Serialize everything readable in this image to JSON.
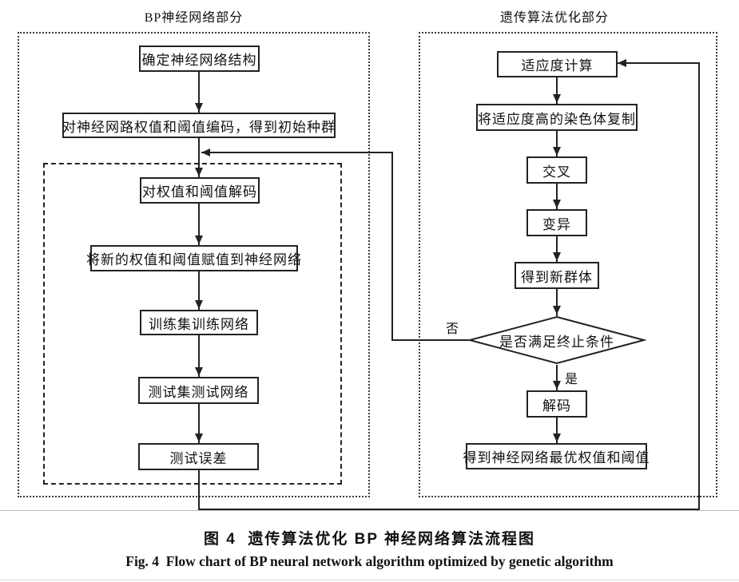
{
  "figure": {
    "left_section": {
      "title": "BP神经网络部分",
      "steps": [
        "确定神经网络结构",
        "对神经网路权值和阈值编码，得到初始种群",
        "对权值和阈值解码",
        "将新的权值和阈值赋值到神经网络",
        "训练集训练网络",
        "测试集测试网络",
        "测试误差"
      ]
    },
    "right_section": {
      "title": "遗传算法优化部分",
      "steps": [
        "适应度计算",
        "将适应度高的染色体复制",
        "交叉",
        "变异",
        "得到新群体"
      ],
      "decision": "是否满足终止条件",
      "no_label": "否",
      "yes_label": "是",
      "final_steps": [
        "解码",
        "得到神经网络最优权值和阈值"
      ]
    },
    "caption_zh": "图 4  遗传算法优化 BP 神经网络算法流程图",
    "caption_en": "Fig. 4  Flow chart of BP neural network algorithm optimized by genetic algorithm",
    "colors": {
      "line": "#222222",
      "background": "#ffffff"
    }
  }
}
